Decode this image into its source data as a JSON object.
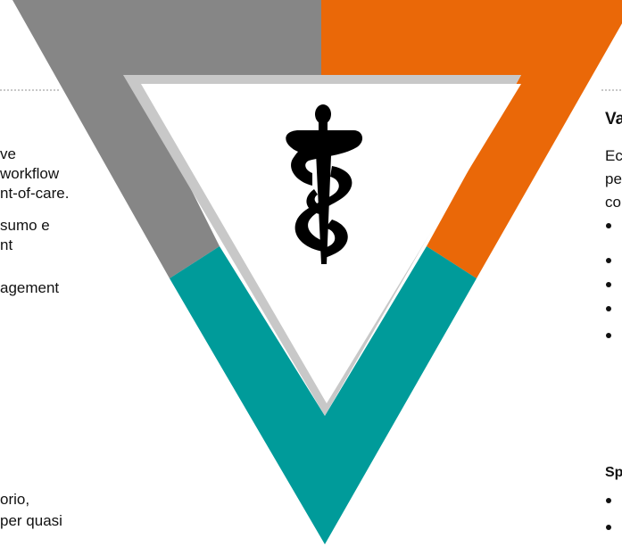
{
  "colors": {
    "gray": "#868686",
    "orange": "#EA6808",
    "teal": "#009B9A",
    "inner_shadow": "#C8C8C8",
    "symbol": "#000000"
  },
  "emblem": {
    "icon": "rod-of-asclepius-icon"
  },
  "left_text": {
    "lines": [
      "ve",
      "workflow",
      "nt-of-care.",
      "sumo e",
      "nt",
      "agement",
      "orio,",
      "per quasi"
    ]
  },
  "right_text": {
    "heading": "Va",
    "lines": [
      "Ec",
      "pe",
      "co"
    ],
    "subheading": "Sp"
  }
}
